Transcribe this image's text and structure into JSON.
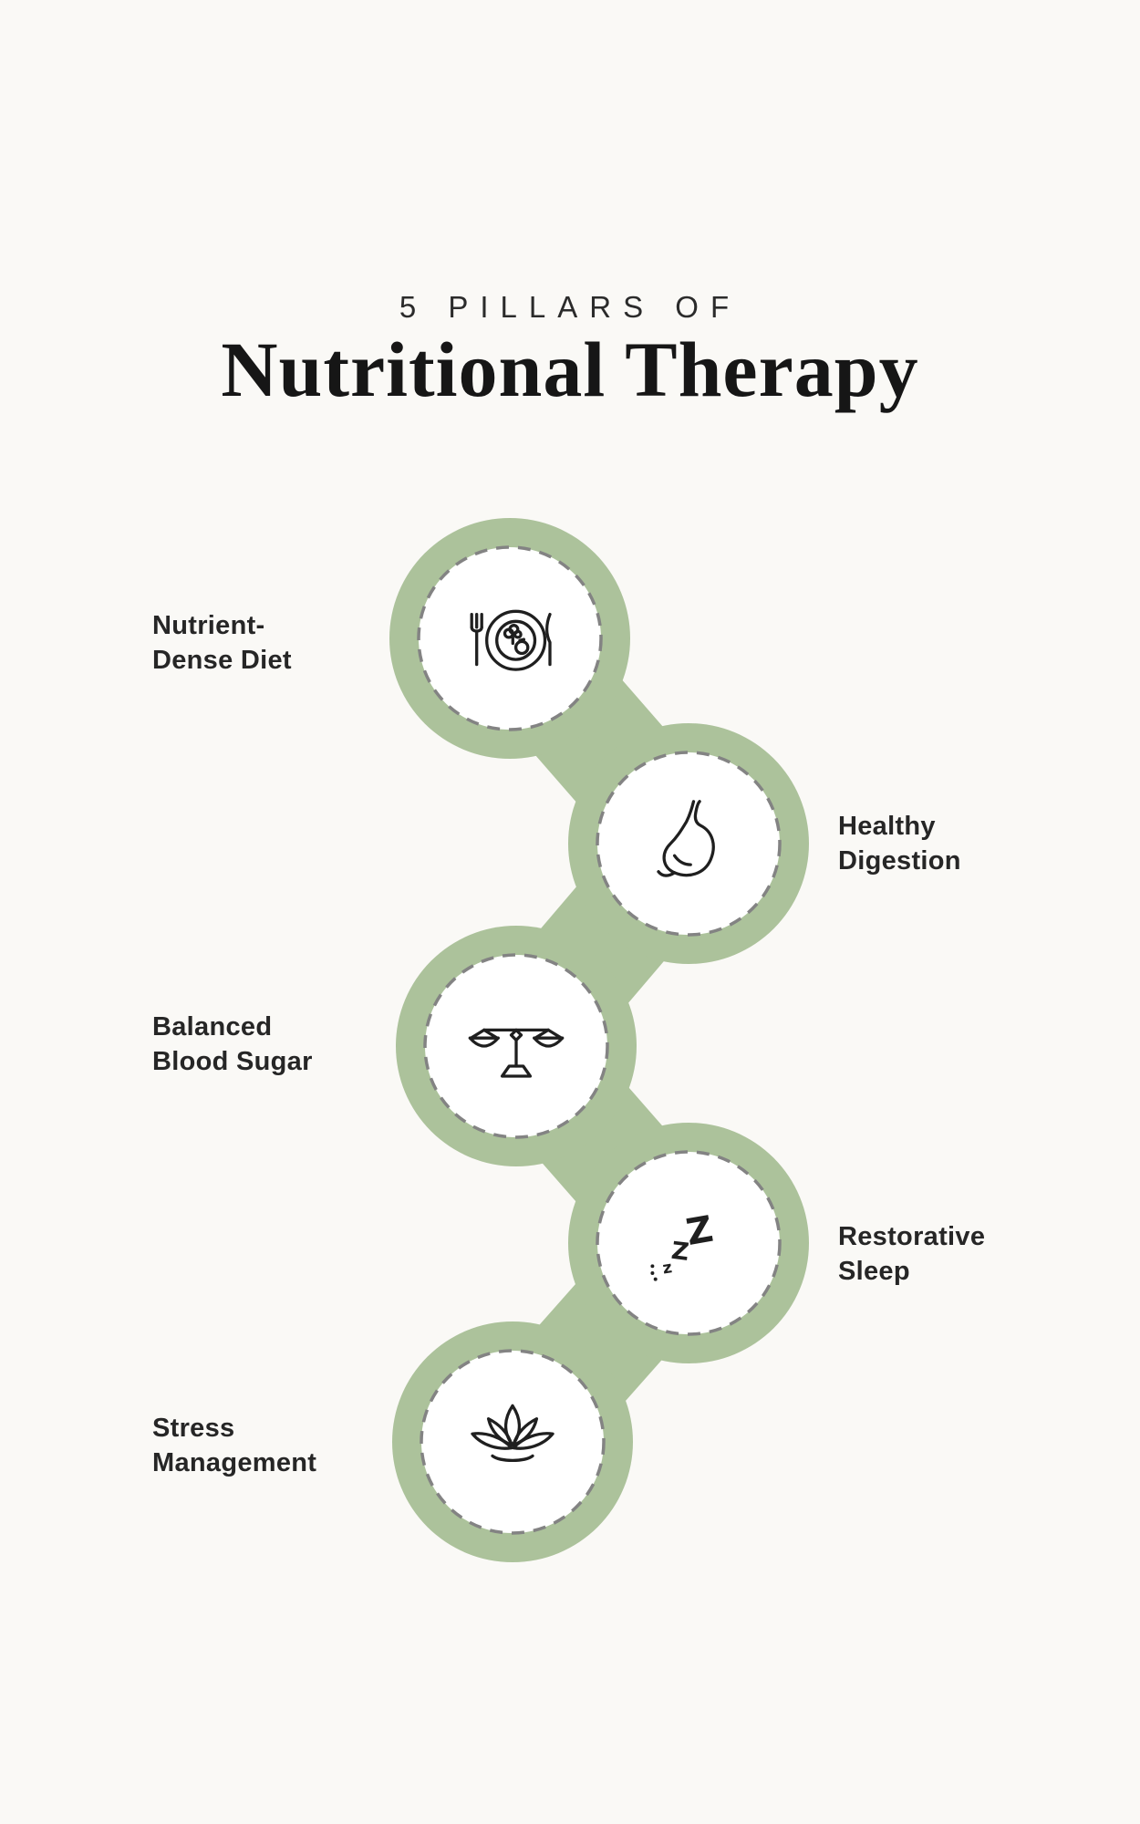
{
  "title": {
    "eyebrow": "5 PILLARS OF",
    "main": "Nutritional Therapy"
  },
  "pillars": [
    {
      "id": "nutrient-dense-diet",
      "label_line1": "Nutrient-",
      "label_line2": "Dense Diet",
      "icon": "plate-utensils-icon",
      "side": "left"
    },
    {
      "id": "healthy-digestion",
      "label_line1": "Healthy",
      "label_line2": "Digestion",
      "icon": "stomach-icon",
      "side": "right"
    },
    {
      "id": "balanced-blood-sugar",
      "label_line1": "Balanced",
      "label_line2": "Blood Sugar",
      "icon": "balance-scale-icon",
      "side": "left"
    },
    {
      "id": "restorative-sleep",
      "label_line1": "Restorative",
      "label_line2": "Sleep",
      "icon": "sleep-zzz-icon",
      "side": "right"
    },
    {
      "id": "stress-management",
      "label_line1": "Stress",
      "label_line2": "Management",
      "icon": "lotus-icon",
      "side": "left"
    }
  ],
  "icon_glyphs": {
    "z_large": "Z",
    "z_medium": "Z",
    "z_small": "z"
  },
  "colors": {
    "background": "#FAF9F6",
    "path_green": "#ACC29B",
    "circle_fill": "#FFFFFF",
    "dash_border": "#838383",
    "icon_stroke": "#1F1F1F",
    "title_color": "#161616",
    "label_color": "#262626"
  }
}
